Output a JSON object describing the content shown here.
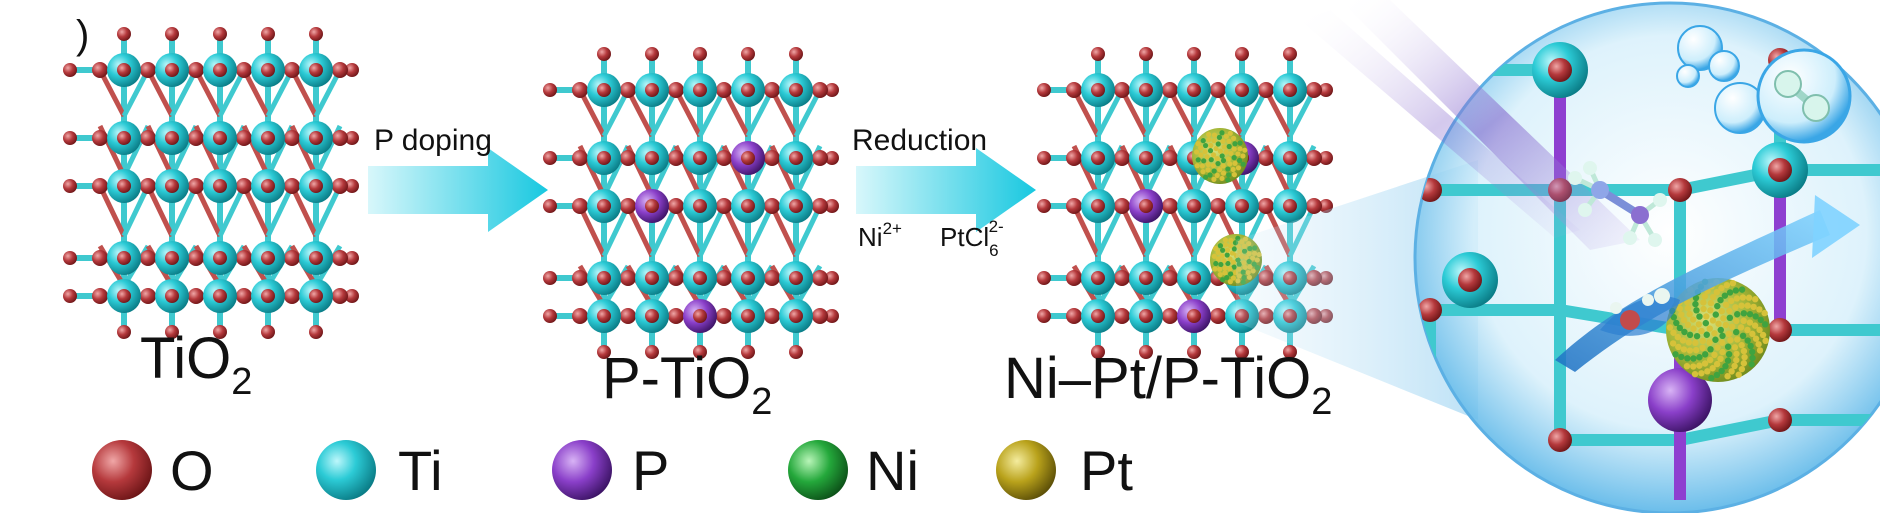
{
  "panel_marker": ")",
  "stages": [
    {
      "label": "TiO",
      "sub": "2"
    },
    {
      "label": "P-TiO",
      "sub": "2"
    },
    {
      "label": "Ni–Pt/P-TiO",
      "sub": "2"
    }
  ],
  "arrows": [
    {
      "label": "P doping",
      "reagents": []
    },
    {
      "label": "Reduction",
      "reagents": [
        {
          "base": "Ni",
          "sup": "2+",
          "sub": ""
        },
        {
          "base": "PtCl",
          "sub": "6",
          "sup": "2-"
        }
      ]
    }
  ],
  "legend": [
    {
      "symbol": "O",
      "color": "#b22222"
    },
    {
      "symbol": "Ti",
      "color": "#22c6d0"
    },
    {
      "symbol": "P",
      "color": "#8e3fd0"
    },
    {
      "symbol": "Ni",
      "color": "#22a33a"
    },
    {
      "symbol": "Pt",
      "color": "#b8a21c"
    }
  ],
  "colors": {
    "bond_ti": "#3fc9cf",
    "bond_o": "#c0504d",
    "ti_atom": "#22b8c4",
    "o_atom": "#b5474a",
    "p_atom": "#7a3cb0",
    "arrow": "#26d0e6",
    "cluster": "#a8b53a"
  },
  "icons": [
    "lattice-icon",
    "arrow-icon",
    "nanoparticle-icon",
    "zoom-sphere-icon",
    "bubble-icon",
    "h2-molecule-icon",
    "light-beam-icon"
  ]
}
